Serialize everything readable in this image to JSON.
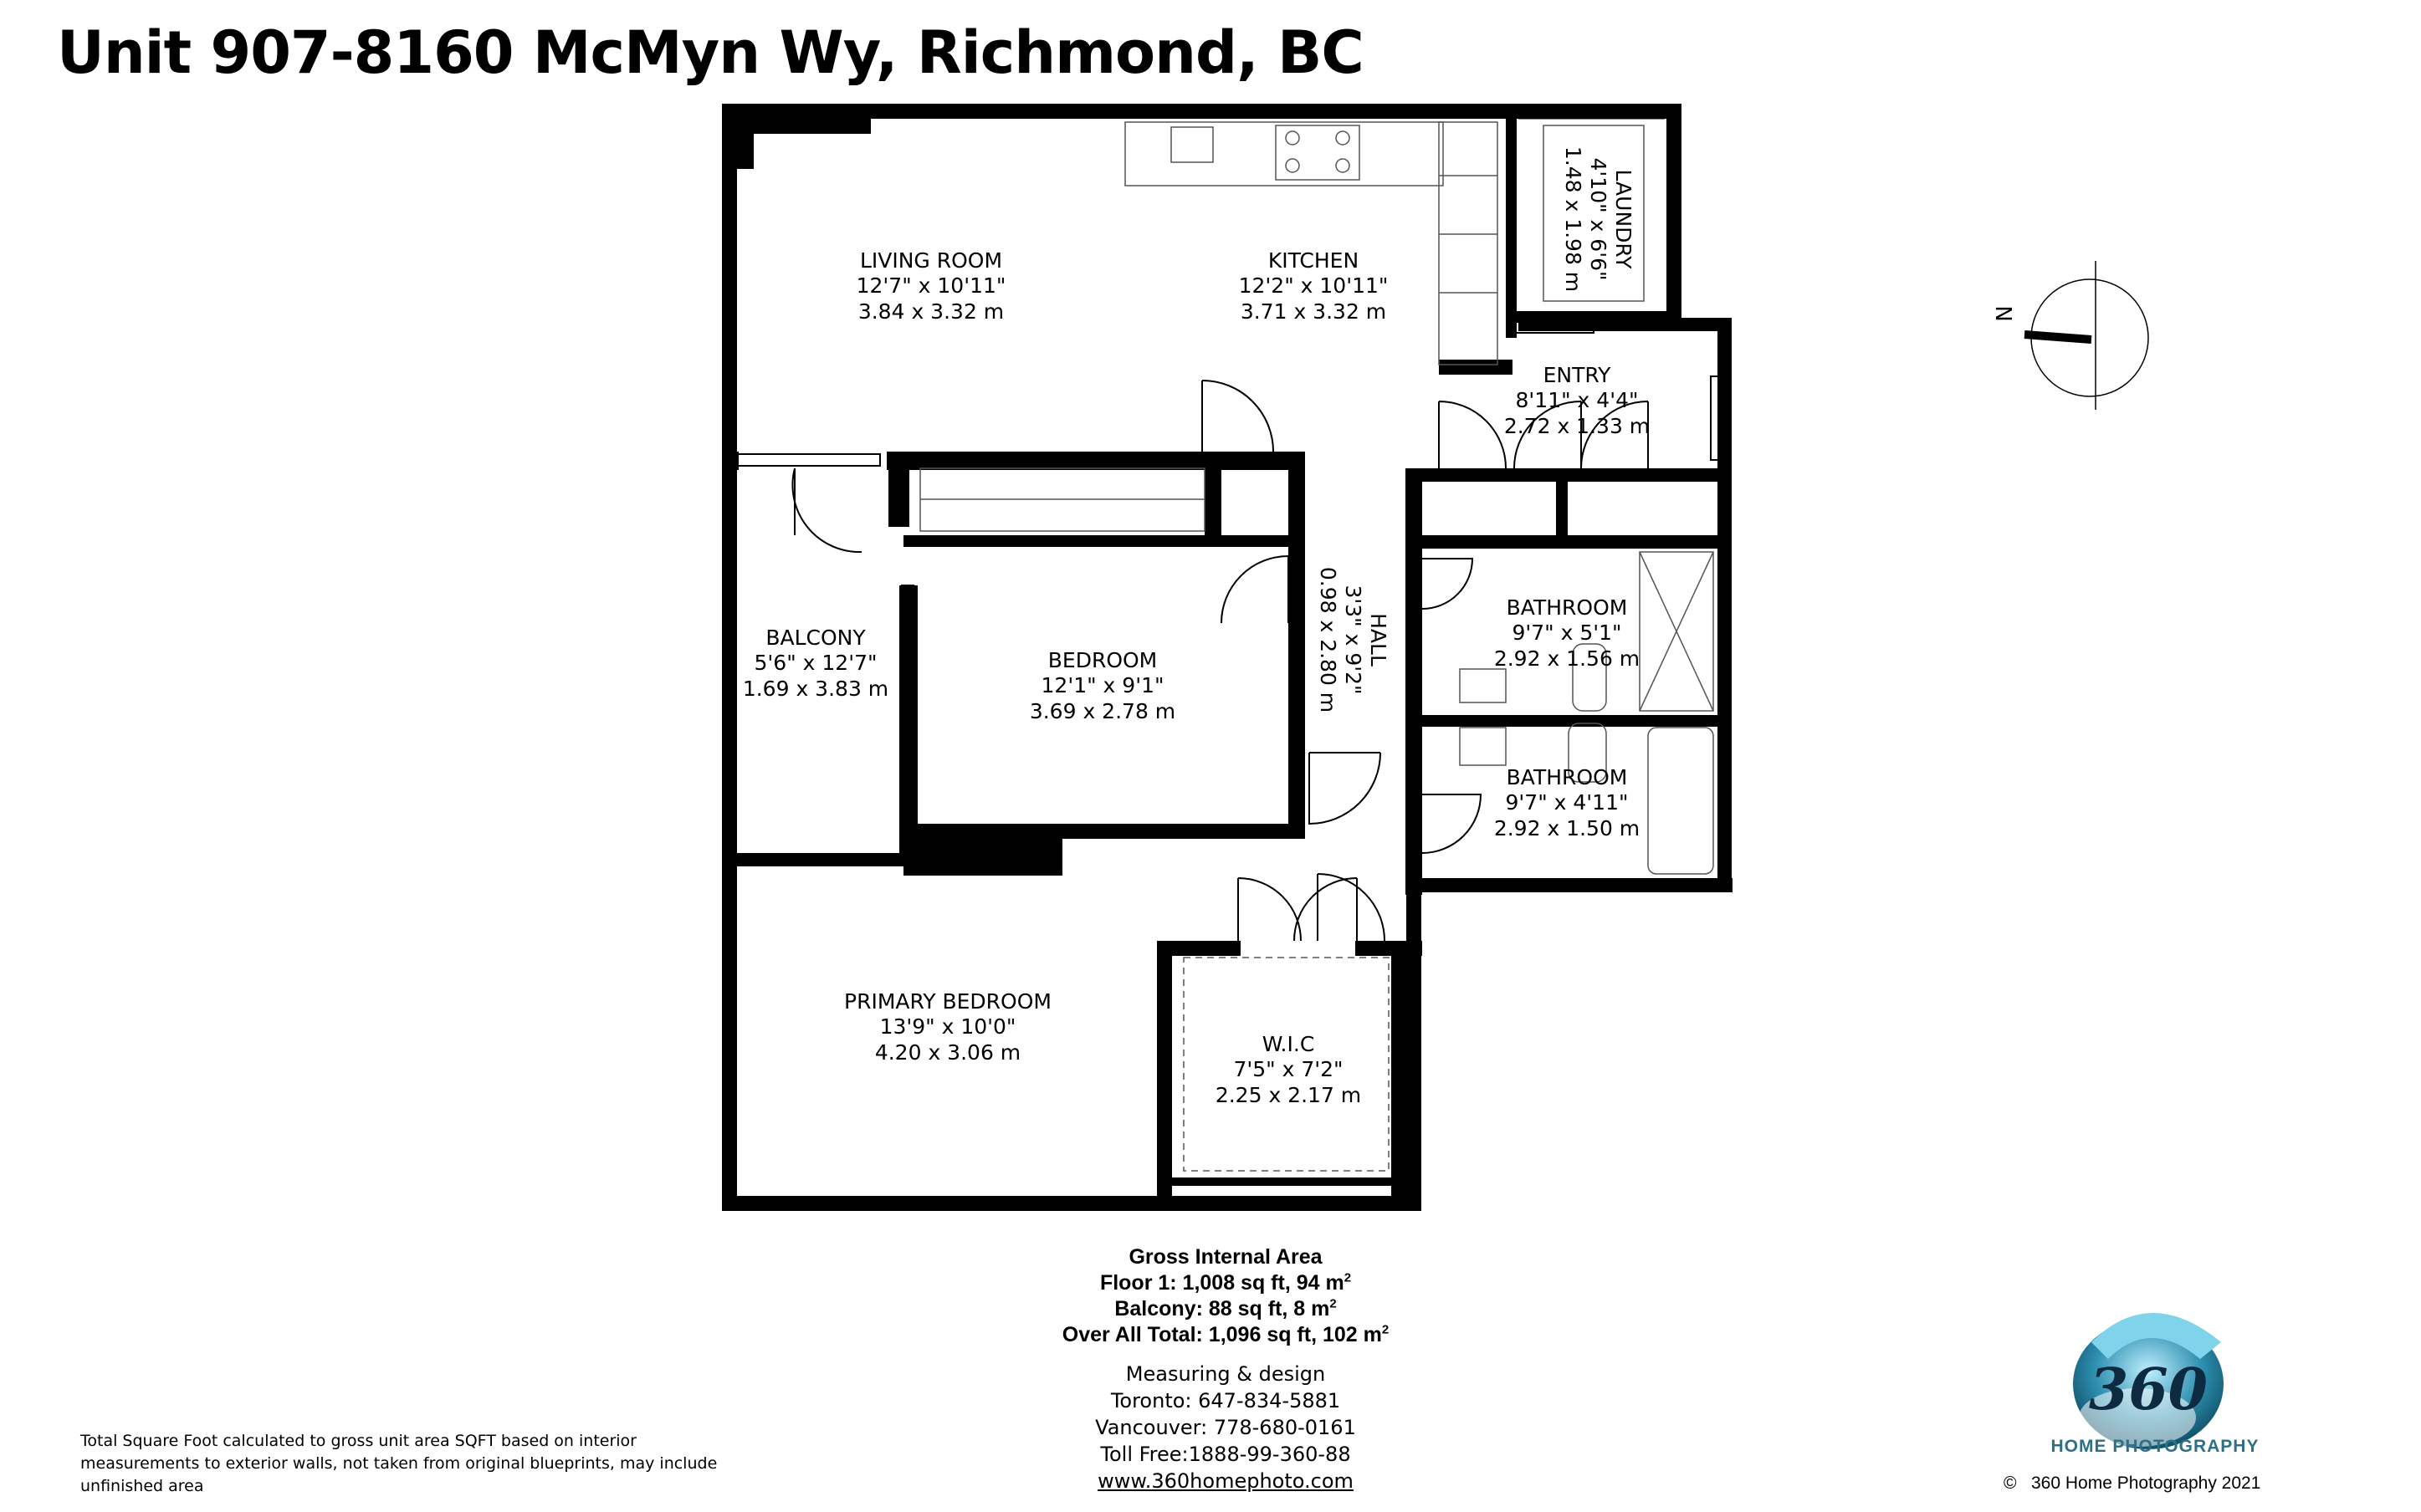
{
  "title": "Unit 907-8160 McMyn Wy, Richmond, BC",
  "rooms": {
    "living_room": {
      "name": "LIVING ROOM",
      "imperial": "12'7\" x 10'11\"",
      "metric": "3.84 x 3.32 m"
    },
    "kitchen": {
      "name": "KITCHEN",
      "imperial": "12'2\" x 10'11\"",
      "metric": "3.71 x 3.32 m"
    },
    "laundry": {
      "name": "LAUNDRY",
      "imperial": "4'10\" x 6'6\"",
      "metric": "1.48 x 1.98 m"
    },
    "entry": {
      "name": "ENTRY",
      "imperial": "8'11\" x 4'4\"",
      "metric": "2.72 x 1.33 m"
    },
    "hall": {
      "name": "HALL",
      "imperial": "3'3\" x 9'2\"",
      "metric": "0.98 x 2.80 m"
    },
    "balcony": {
      "name": "BALCONY",
      "imperial": "5'6\" x 12'7\"",
      "metric": "1.69 x 3.83 m"
    },
    "bedroom": {
      "name": "BEDROOM",
      "imperial": "12'1\" x 9'1\"",
      "metric": "3.69 x 2.78 m"
    },
    "bathroom_1": {
      "name": "BATHROOM",
      "imperial": "9'7\" x 5'1\"",
      "metric": "2.92 x 1.56 m"
    },
    "bathroom_2": {
      "name": "BATHROOM",
      "imperial": "9'7\" x 4'11\"",
      "metric": "2.92 x 1.50 m"
    },
    "primary_bedroom": {
      "name": "PRIMARY BEDROOM",
      "imperial": "13'9\" x 10'0\"",
      "metric": "4.20 x 3.06 m"
    },
    "wic": {
      "name": "W.I.C",
      "imperial": "7'5\" x 7'2\"",
      "metric": "2.25 x 2.17 m"
    }
  },
  "compass": {
    "label": "N",
    "icon": "north-arrow-icon"
  },
  "area": {
    "heading": "Gross Internal Area",
    "floor1": "Floor 1: 1,008 sq ft, 94 m",
    "balcony": "Balcony: 88 sq ft, 8 m",
    "total": "Over All Total: 1,096 sq ft, 102 m",
    "superscript": "2"
  },
  "contact": {
    "line1": "Measuring & design",
    "toronto": "Toronto: 647-834-5881",
    "vancouver": "Vancouver: 778-680-0161",
    "tollfree": "Toll Free:1888-99-360-88",
    "website": "www.360homephoto.com"
  },
  "disclaimer": "Total Square Foot calculated to gross unit area SQFT based on interior measurements to exterior walls, not taken from original blueprints, may include unfinished area",
  "logo": {
    "numeral": "360",
    "tagline": "Home Photography",
    "icon": "360-logo-icon"
  },
  "copyright": {
    "symbol": "©",
    "text": "360 Home Photography 2021"
  },
  "colors": {
    "wall": "#000000",
    "logo_teal": "#2d8fb0",
    "logo_text": "#2d6f86"
  }
}
